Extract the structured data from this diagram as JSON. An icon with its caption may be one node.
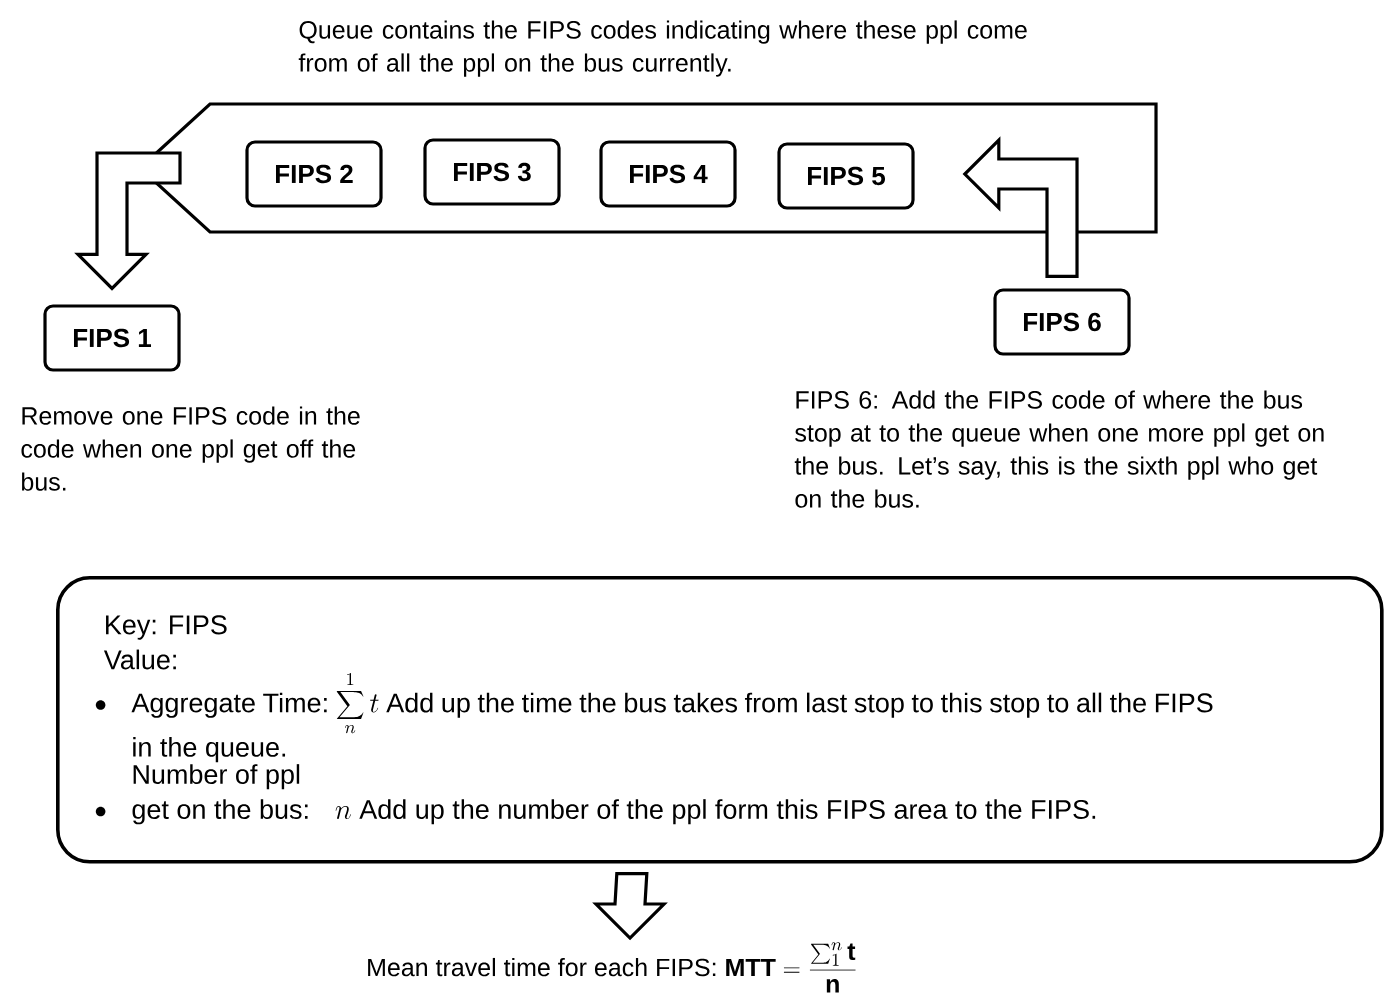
{
  "diagram": {
    "nodes": [
      {
        "text": [
          "Queue contains the FIPS codes indicating where these ppl come from of all the ppl on the bus currently."
        ]
      },
      {
        "text": [
          "FIPS 2"
        ],
        "in": 0
      },
      {
        "text": [
          "FIPS 3"
        ],
        "in": 0
      },
      {
        "text": [
          "FIPS 4"
        ],
        "in": 0
      },
      {
        "text": [
          "FIPS 5"
        ],
        "in": 0
      },
      {
        "text": [
          "FIPS 1"
        ],
        "beside": [
          "Remove one FIPS code in the code when one ppl get off the bus."
        ]
      },
      {
        "text": [
          "FIPS 6"
        ],
        "beside": [
          "FIPS 6: Add the FIPS code of where the bus stop at to the queue when one more ppl get on the bus. Let’s say, this is the sixth ppl who get on the bus."
        ]
      },
      {
        "text": [
          "Key: FIPS",
          "Value:",
          "Aggregate Time:",
          "\\sum_{n}^{1} t",
          "Add up the time the bus takes from last stop to this stop to all the FIPS in the queue.",
          "Number of ppl get on the bus:",
          "n",
          "Add up the number of the ppl form this FIPS area to the FIPS."
        ]
      },
      {
        "text": [
          "Mean travel time for each FIPS:",
          "\\mathbf{MTT} = \\frac{\\sum_{1}^{n} \\mathbf{t}}{\\mathbf{n}}"
        ]
      }
    ],
    "edges": [
      {
        "from": 0,
        "to": 5,
        "arrow": "to"
      },
      {
        "from": 6,
        "to": 0,
        "arrow": "to"
      },
      {
        "from": 7,
        "to": 8,
        "arrow": "to"
      }
    ]
  }
}
